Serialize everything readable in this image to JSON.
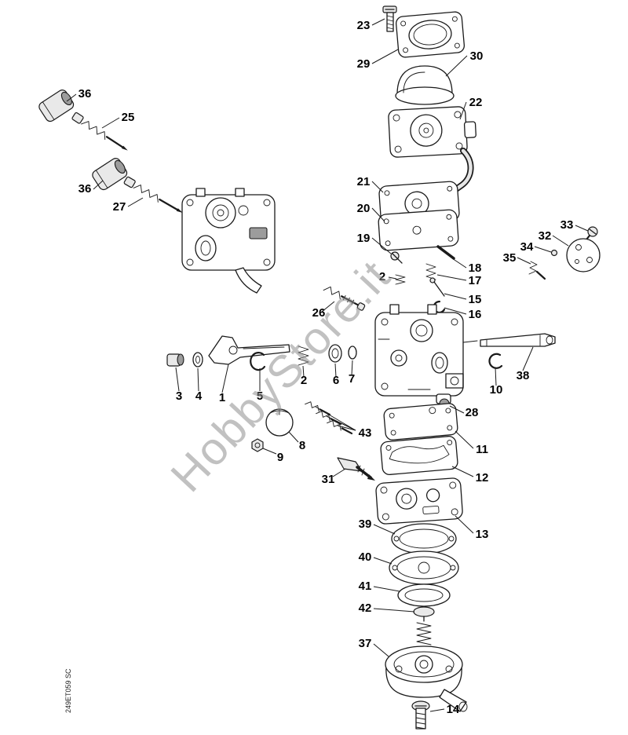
{
  "page": {
    "background": "#ffffff"
  },
  "colors": {
    "line": "#1a1a1a",
    "watermark_gray": "#8f8f8f",
    "label": "#000000"
  },
  "watermark": {
    "text": "HobbyStore.it"
  },
  "footer_code": {
    "text": "249ET059 SC"
  },
  "callouts": [
    {
      "text": "23"
    },
    {
      "text": "29"
    },
    {
      "text": "30"
    },
    {
      "text": "22"
    },
    {
      "text": "21"
    },
    {
      "text": "20"
    },
    {
      "text": "19"
    },
    {
      "text": "33"
    },
    {
      "text": "32"
    },
    {
      "text": "34"
    },
    {
      "text": "35"
    },
    {
      "text": "18"
    },
    {
      "text": "17"
    },
    {
      "text": "15"
    },
    {
      "text": "16"
    },
    {
      "text": "36"
    },
    {
      "text": "25"
    },
    {
      "text": "36"
    },
    {
      "text": "27"
    },
    {
      "text": "26"
    },
    {
      "text": "2"
    },
    {
      "text": "3"
    },
    {
      "text": "4"
    },
    {
      "text": "1"
    },
    {
      "text": "5"
    },
    {
      "text": "2"
    },
    {
      "text": "6"
    },
    {
      "text": "7"
    },
    {
      "text": "10"
    },
    {
      "text": "38"
    },
    {
      "text": "28"
    },
    {
      "text": "11"
    },
    {
      "text": "12"
    },
    {
      "text": "8"
    },
    {
      "text": "9"
    },
    {
      "text": "43"
    },
    {
      "text": "31"
    },
    {
      "text": "13"
    },
    {
      "text": "39"
    },
    {
      "text": "40"
    },
    {
      "text": "41"
    },
    {
      "text": "42"
    },
    {
      "text": "37"
    },
    {
      "text": "14"
    }
  ]
}
